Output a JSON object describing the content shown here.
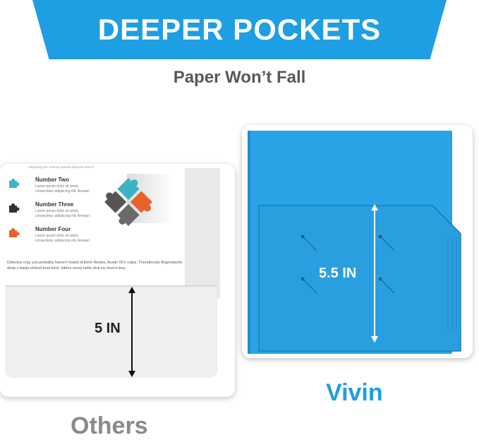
{
  "banner": {
    "title": "DEEPER POCKETS"
  },
  "subtitle": "Paper Won’t Fall",
  "others": {
    "label": "Others",
    "measurement": "5 IN",
    "paper": {
      "top_line": "adipiscing elit. Aenean gravida placerat urna in",
      "items": [
        {
          "title": "Number Two",
          "line1": "Lorem ipsum dolor sit amet,",
          "line2": "consectetur adipiscing elit. Aenean",
          "color": "#3bb3c3"
        },
        {
          "title": "Number Three",
          "line1": "Lorem ipsum dolor sit amet,",
          "line2": "consectetur adipiscing elit. Aenean",
          "color": "#333333"
        },
        {
          "title": "Number Four",
          "line1": "Lorem ipsum dolor sit amet,",
          "line2": "consectetur adipiscing elit. Aenean",
          "color": "#e8622c"
        }
      ],
      "paragraph": "Delectus cray you probably haven’t heard of them Neutra, Austin 90’s culpa. Thundercats fingerstache deep v banjo ethical trust fund, bitters ennui hella viral ea church-key."
    }
  },
  "vivin": {
    "label": "Vivin",
    "measurement": "5.5 IN"
  },
  "colors": {
    "accent": "#1e9ee3",
    "folder_blue": "#29a3e6",
    "puzzle_teal": "#3bb3c3",
    "puzzle_orange": "#e8622c",
    "puzzle_gray": "#555555"
  }
}
